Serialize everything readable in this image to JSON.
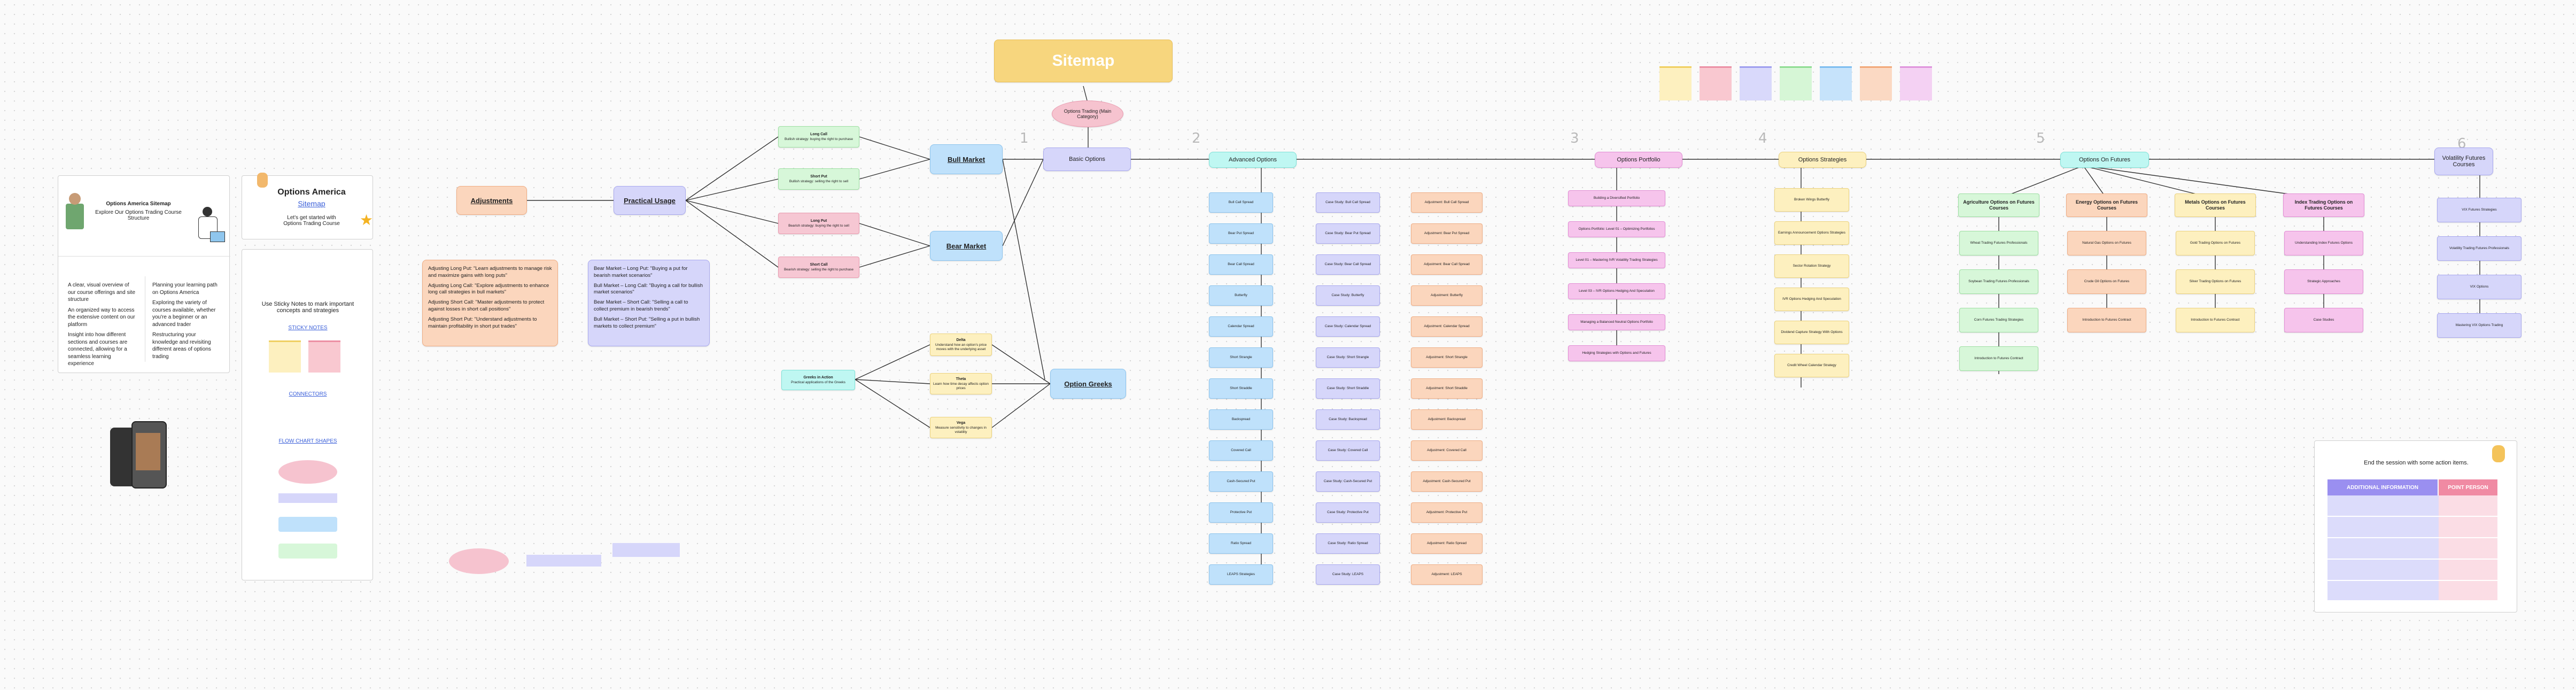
{
  "title": "Sitemap",
  "root": "Options Trading (Main Category)",
  "intro": {
    "logo": "Options America Sitemap",
    "subtitle": "Explore Our Options Trading Course Structure",
    "brand": "Options America",
    "brand_link": "Sitemap",
    "brand_tag": "Let's get started with Options Trading Course",
    "bullets_left": [
      "A clear, visual overview of our course offerings and site structure",
      "An organized way to access the extensive content on our platform",
      "Insight into how different sections and courses are connected, allowing for a seamless learning experience"
    ],
    "bullets_right": [
      "Planning your learning path on Options America",
      "Exploring the variety of courses available, whether you're a beginner or an advanced trader",
      "Restructuring your knowledge and revisiting different areas of options trading"
    ]
  },
  "legend": {
    "intro": "Use Sticky Notes to mark important concepts and strategies",
    "sticky": "STICKY NOTES",
    "connector": "CONNECTORS",
    "shapes": "FLOW CHART SHAPES"
  },
  "practical": {
    "title": "Practical Usage",
    "items": [
      "Bear Market – Long Put: \"Buying a put for bearish market scenarios\"",
      "Bull Market – Long Call: \"Buying a call for bullish market scenarios\"",
      "Bear Market – Short Call: \"Selling a call to collect premium in bearish trends\"",
      "Bull Market – Short Put: \"Selling a put in bullish markets to collect premium\""
    ]
  },
  "adjustments": {
    "title": "Adjustments",
    "items": [
      "Adjusting Long Put: \"Learn adjustments to manage risk and maximize gains with long puts\"",
      "Adjusting Long Call: \"Explore adjustments to enhance long call strategies in bull markets\"",
      "Adjusting Short Call: \"Master adjustments to protect against losses in short call positions\"",
      "Adjusting Short Put: \"Understand adjustments to maintain profitability in short put trades\""
    ]
  },
  "positions": [
    {
      "t": "Long Call",
      "d": "Bullish strategy: buying the right to purchase"
    },
    {
      "t": "Short Put",
      "d": "Bullish strategy: selling the right to sell"
    },
    {
      "t": "Long Put",
      "d": "Bearish strategy: buying the right to sell"
    },
    {
      "t": "Short Call",
      "d": "Bearish strategy: selling the right to purchase"
    }
  ],
  "markets": {
    "bull": "Bull Market",
    "bear": "Bear Market"
  },
  "basic": "Basic Options",
  "greeks": {
    "title": "Option Greeks",
    "src": "Greeks in Action",
    "src_d": "Practical applications of the Greeks",
    "items": [
      {
        "t": "Delta",
        "d": "Understand how an option's price moves with the underlying asset"
      },
      {
        "t": "Theta",
        "d": "Learn how time decay affects option prices"
      },
      {
        "t": "Vega",
        "d": "Measure sensitivity to changes in volatility"
      }
    ]
  },
  "numbers": [
    "1",
    "2",
    "3",
    "4",
    "5",
    "6"
  ],
  "advanced": {
    "title": "Advanced Options",
    "strategies": [
      "Bull Call Spread",
      "Bear Put Spread",
      "Bear Call Spread",
      "Butterfly",
      "Calendar Spread",
      "Short Strangle",
      "Short Straddle",
      "Backspread",
      "Covered Call",
      "Cash-Secured Put",
      "Protective Put",
      "Ratio Spread",
      "LEAPS Strategies"
    ],
    "cases": [
      "Case Study: Bull Call Spread",
      "Case Study: Bear Put Spread",
      "Case Study: Bear Call Spread",
      "Case Study: Butterfly",
      "Case Study: Calendar Spread",
      "Case Study: Short Strangle",
      "Case Study: Short Straddle",
      "Case Study: Backspread",
      "Case Study: Covered Call",
      "Case Study: Cash-Secured Put",
      "Case Study: Protective Put",
      "Case Study: Ratio Spread",
      "Case Study: LEAPS"
    ],
    "adjs": [
      "Adjustment: Bull Call Spread",
      "Adjustment: Bear Put Spread",
      "Adjustment: Bear Call Spread",
      "Adjustment: Butterfly",
      "Adjustment: Calendar Spread",
      "Adjustment: Short Strangle",
      "Adjustment: Short Straddle",
      "Adjustment: Backspread",
      "Adjustment: Covered Call",
      "Adjustment: Cash-Secured Put",
      "Adjustment: Protective Put",
      "Adjustment: Ratio Spread",
      "Adjustment: LEAPS"
    ]
  },
  "portfolio": {
    "title": "Options Portfolio",
    "items": [
      "Building a Diversified Portfolio",
      "Options Portfolio: Level 01 – Optimizing Portfolios",
      "Level 01 – Mastering IVR Volatility Trading Strategies",
      "Level 03 – IVR Options Hedging And Speculation",
      "Managing a Balanced Neutral Options Portfolio",
      "Hedging Strategies with Options and Futures"
    ]
  },
  "strategies": {
    "title": "Options Strategies",
    "items": [
      "Broken Wings Butterfly",
      "Earnings Announcement Options Strategies",
      "Sector Rotation Strategy",
      "IVR Options Hedging And Speculation",
      "Dividend Capture Strategy With Options",
      "Credit Wheel Calendar Strategy"
    ]
  },
  "futures": {
    "title": "Options On Futures",
    "cats": [
      "Agriculture Options on Futures Courses",
      "Energy Options on Futures Courses",
      "Metals Options on Futures Courses",
      "Index Trading Options on Futures Courses"
    ],
    "agri": [
      "Wheat Trading Futures Professionals",
      "Soybean Trading Futures Professionals",
      "Corn Futures Trading Strategies",
      "Introduction to Futures Contract"
    ],
    "energy": [
      "Natural Gas Options on Futures",
      "Crude Oil Options on Futures",
      "Introduction to Futures Contract"
    ],
    "metals": [
      "Gold Trading Options on Futures",
      "Silver Trading Options on Futures",
      "Introduction to Futures Contract"
    ],
    "index": [
      "Understanding Index Futures Options",
      "Strategic Approaches",
      "Case Studies"
    ]
  },
  "volatility": {
    "title": "Volatility Futures Courses",
    "items": [
      "VIX Futures Strategies",
      "Volatility Trading Futures Professionals",
      "VIX Options",
      "Mastering VIX Options Trading"
    ]
  },
  "action": {
    "title": "End the session with some action items.",
    "col1": "ADDITIONAL INFORMATION",
    "col2": "POINT PERSON"
  },
  "colors": {
    "title": "#f7d67e",
    "root": "#f6c3cf",
    "accent": "#9a8ff0"
  }
}
